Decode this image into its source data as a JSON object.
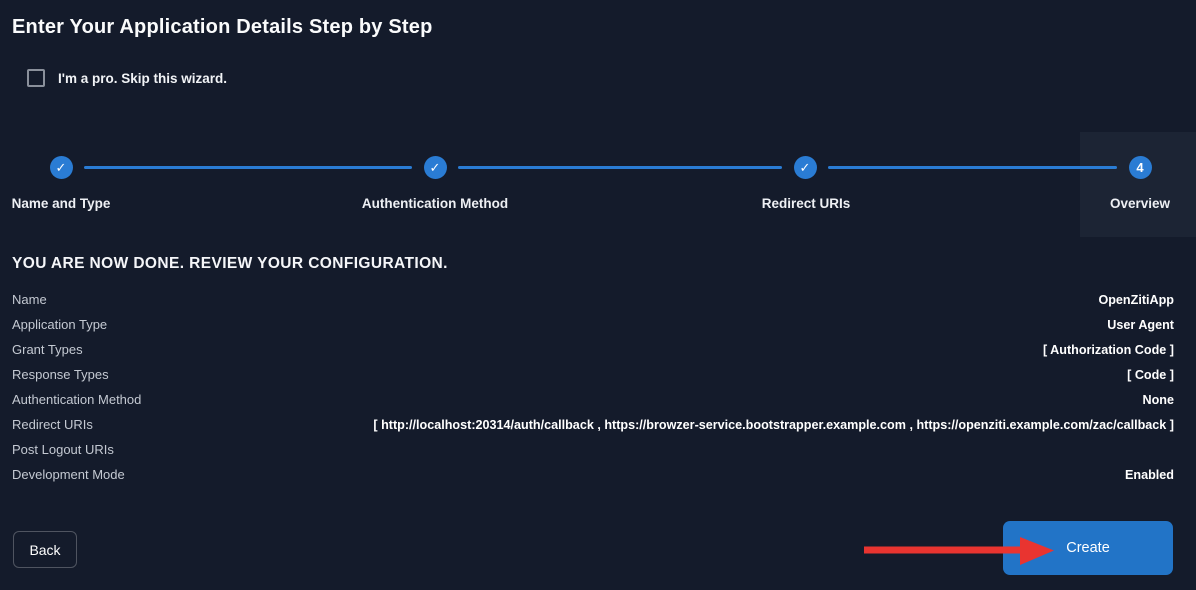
{
  "page": {
    "title": "Enter Your Application Details Step by Step"
  },
  "skip": {
    "label": "I'm a pro. Skip this wizard.",
    "checked": false
  },
  "icons": {
    "check": "✓"
  },
  "stepper": {
    "steps": [
      {
        "label": "Name and Type",
        "state": "completed"
      },
      {
        "label": "Authentication Method",
        "state": "completed"
      },
      {
        "label": "Redirect URIs",
        "state": "completed"
      },
      {
        "label": "Overview",
        "state": "current",
        "number": "4"
      }
    ]
  },
  "review": {
    "heading": "YOU ARE NOW DONE. REVIEW YOUR CONFIGURATION.",
    "rows": [
      {
        "label": "Name",
        "value": "OpenZitiApp"
      },
      {
        "label": "Application Type",
        "value": "User Agent"
      },
      {
        "label": "Grant Types",
        "value": "[ Authorization Code ]"
      },
      {
        "label": "Response Types",
        "value": "[ Code ]"
      },
      {
        "label": "Authentication Method",
        "value": "None"
      },
      {
        "label": "Redirect URIs",
        "value": "[ http://localhost:20314/auth/callback , https://browzer-service.bootstrapper.example.com , https://openziti.example.com/zac/callback ]"
      },
      {
        "label": "Post Logout URIs",
        "value": ""
      },
      {
        "label": "Development Mode",
        "value": "Enabled"
      }
    ]
  },
  "footer": {
    "back_label": "Back",
    "create_label": "Create"
  },
  "annotation": {
    "shape": "red-arrow",
    "points_to": "Create button"
  },
  "colors": {
    "background": "#141b2b",
    "panel_highlight": "#1c2434",
    "accent_blue": "#2a7cd4",
    "button_blue": "#2274c7",
    "annotation_red": "#e93430"
  }
}
